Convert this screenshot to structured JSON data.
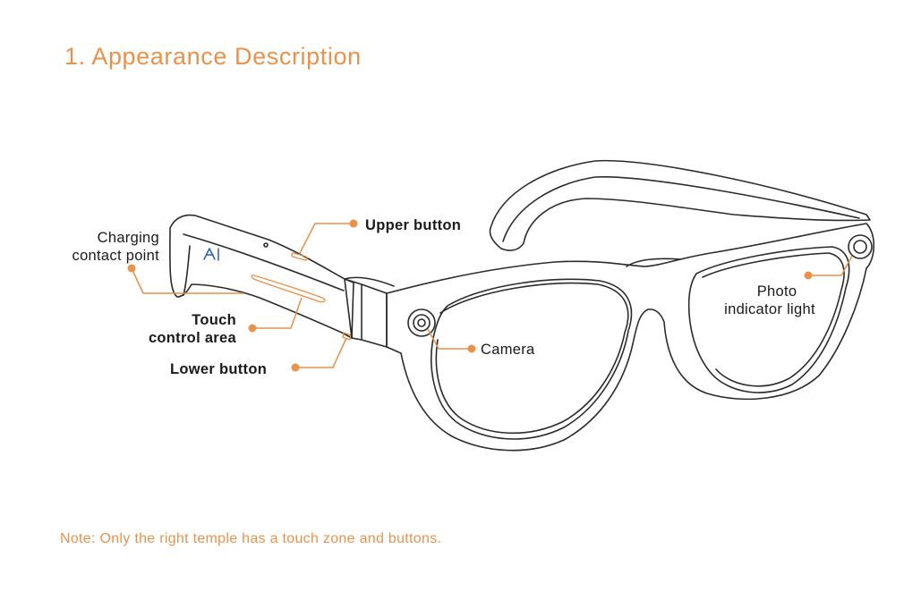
{
  "header": {
    "title": "1. Appearance Description"
  },
  "labels": {
    "charging_line1": "Charging",
    "charging_line2": "contact point",
    "upper_button": "Upper button",
    "touch_line1": "Touch",
    "touch_line2": "control area",
    "lower_button": "Lower button",
    "camera": "Camera",
    "photo_line1": "Photo",
    "photo_line2": "indicator light"
  },
  "footer": {
    "note": "Note: Only the right temple has a touch zone and buttons."
  },
  "colors": {
    "accent": "#E8924C",
    "outline": "#2b2b2b",
    "text": "#1a1a1a"
  }
}
